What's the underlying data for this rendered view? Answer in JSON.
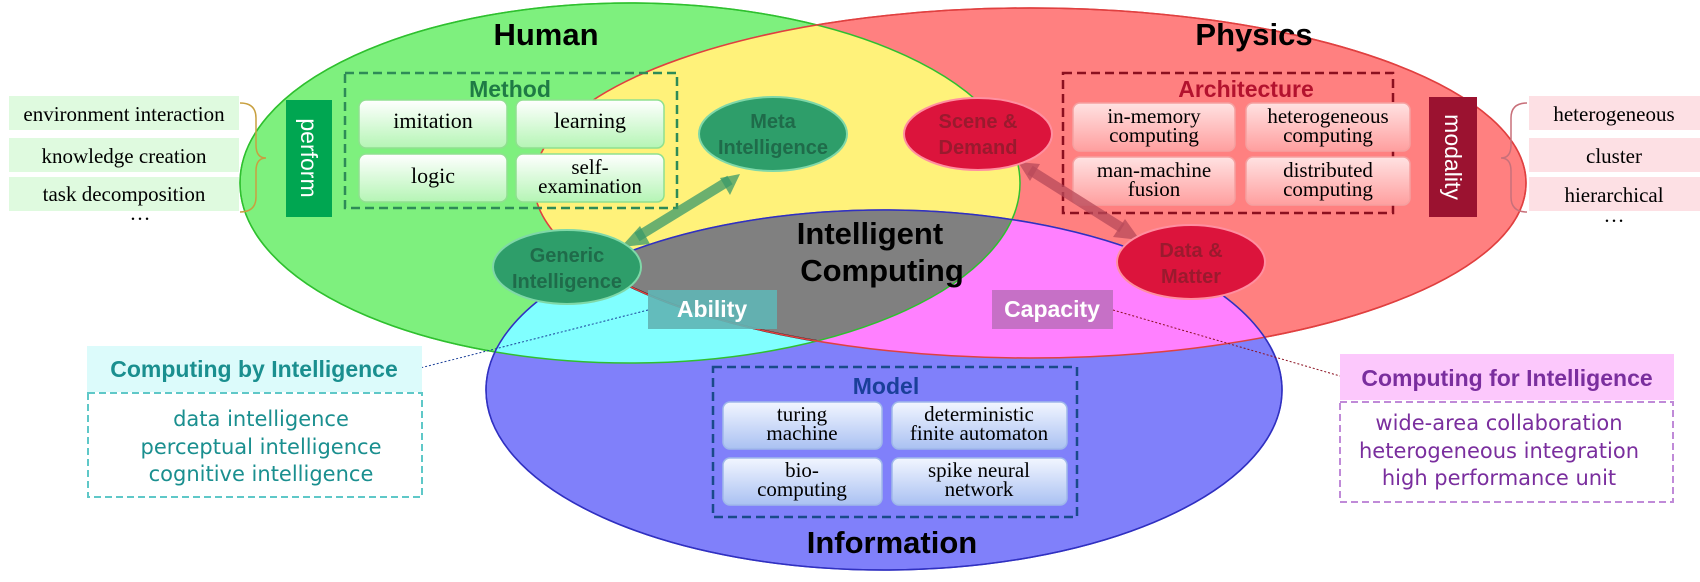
{
  "regions": {
    "human": "Human",
    "physics": "Physics",
    "information": "Information",
    "center_line1": "Intelligent",
    "center_line2": "Computing"
  },
  "method": {
    "title": "Method",
    "items": [
      {
        "line1": "imitation",
        "line2": ""
      },
      {
        "line1": "learning",
        "line2": ""
      },
      {
        "line1": "logic",
        "line2": ""
      },
      {
        "line1": "self-",
        "line2": "examination"
      }
    ]
  },
  "architecture": {
    "title": "Architecture",
    "items": [
      {
        "line1": "in-memory",
        "line2": "computing"
      },
      {
        "line1": "heterogeneous",
        "line2": "computing"
      },
      {
        "line1": "man-machine",
        "line2": "fusion"
      },
      {
        "line1": "distributed",
        "line2": "computing"
      }
    ]
  },
  "model": {
    "title": "Model",
    "items": [
      {
        "line1": "turing",
        "line2": "machine"
      },
      {
        "line1": "deterministic",
        "line2": "finite automaton"
      },
      {
        "line1": "bio-",
        "line2": "computing"
      },
      {
        "line1": "spike neural",
        "line2": "network"
      }
    ]
  },
  "nodes": {
    "meta_line1": "Meta",
    "meta_line2": "Intelligence",
    "generic_line1": "Generic",
    "generic_line2": "Intelligence",
    "scene_line1": "Scene &",
    "scene_line2": "Demand",
    "data_line1": "Data &",
    "data_line2": "Matter"
  },
  "labels": {
    "ability": "Ability",
    "capacity": "Capacity",
    "perform": "perform",
    "modality": "modality"
  },
  "left_list": {
    "items": [
      "environment interaction",
      "knowledge creation",
      "task decomposition"
    ],
    "ellipsis": "…"
  },
  "right_list": {
    "items": [
      "heterogeneous",
      "cluster",
      "hierarchical"
    ],
    "ellipsis": "…"
  },
  "computing_by": {
    "title": "Computing by Intelligence",
    "items": [
      "data intelligence",
      "perceptual intelligence",
      "cognitive intelligence"
    ]
  },
  "computing_for": {
    "title": "Computing for Intelligence",
    "items": [
      "wide-area collaboration",
      "heterogeneous integration",
      "high performance unit"
    ]
  },
  "colors": {
    "human": "#7ef07e",
    "physics": "#ff8080",
    "information": "#8080fa",
    "human_physics": "#fff27a",
    "human_information": "#80ffff",
    "physics_information": "#ff80ff",
    "center": "#808080",
    "green_node": "#2e9e6a",
    "red_node": "#dc143c",
    "teal_text": "#1a8f8f",
    "purple_text": "#7a2e9e"
  }
}
